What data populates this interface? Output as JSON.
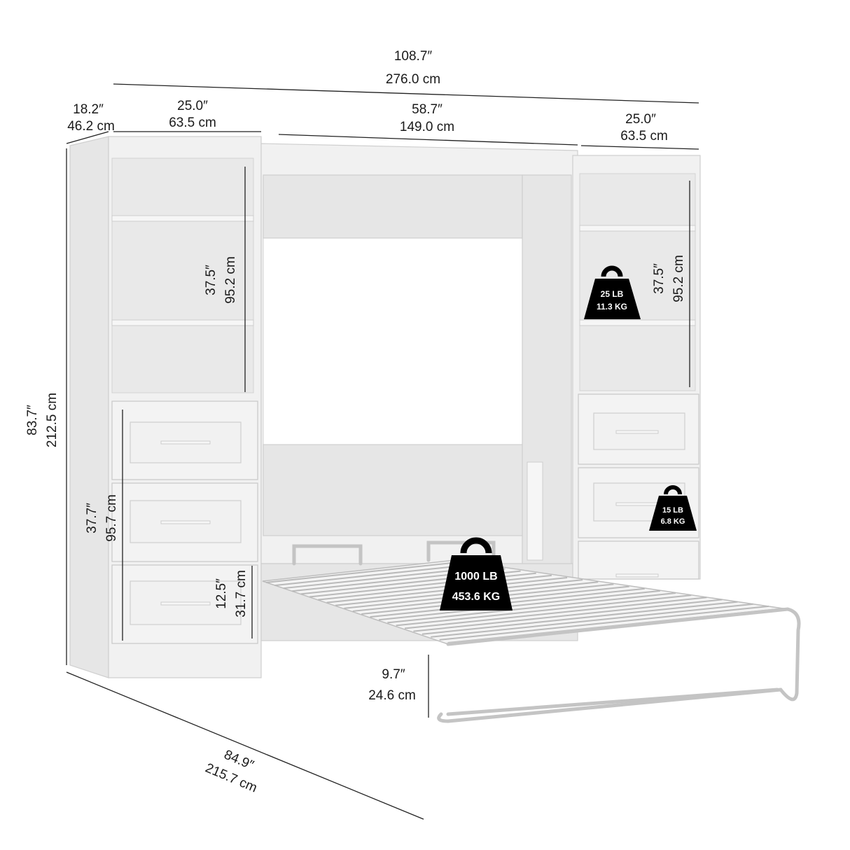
{
  "dimensions": {
    "total_width": {
      "in": "108.7″",
      "cm": "276.0 cm"
    },
    "depth": {
      "in": "18.2″",
      "cm": "46.2 cm"
    },
    "left_unit_width": {
      "in": "25.0″",
      "cm": "63.5 cm"
    },
    "bed_width": {
      "in": "58.7″",
      "cm": "149.0 cm"
    },
    "right_unit_width": {
      "in": "25.0″",
      "cm": "63.5 cm"
    },
    "height": {
      "in": "83.7″",
      "cm": "212.5 cm"
    },
    "left_shelf_height": {
      "in": "37.5″",
      "cm": "95.2 cm"
    },
    "right_shelf_height": {
      "in": "37.5″",
      "cm": "95.2 cm"
    },
    "drawer_stack_height": {
      "in": "37.7″",
      "cm": "95.7 cm"
    },
    "drawer_height": {
      "in": "12.5″",
      "cm": "31.7 cm"
    },
    "bed_clearance": {
      "in": "9.7″",
      "cm": "24.6 cm"
    },
    "bed_length": {
      "in": "84.9″",
      "cm": "215.7 cm"
    }
  },
  "weights": {
    "shelf": {
      "lb": "25 LB",
      "kg": "11.3 KG",
      "icon": "weight-icon"
    },
    "drawer": {
      "lb": "15 LB",
      "kg": "6.8 KG",
      "icon": "weight-icon"
    },
    "bed": {
      "lb": "1000 LB",
      "kg": "453.6 KG",
      "icon": "weight-icon"
    }
  },
  "colors": {
    "furniture": "#f1f1f1",
    "weight_badge": "#000000",
    "dimension_line": "#222222"
  }
}
